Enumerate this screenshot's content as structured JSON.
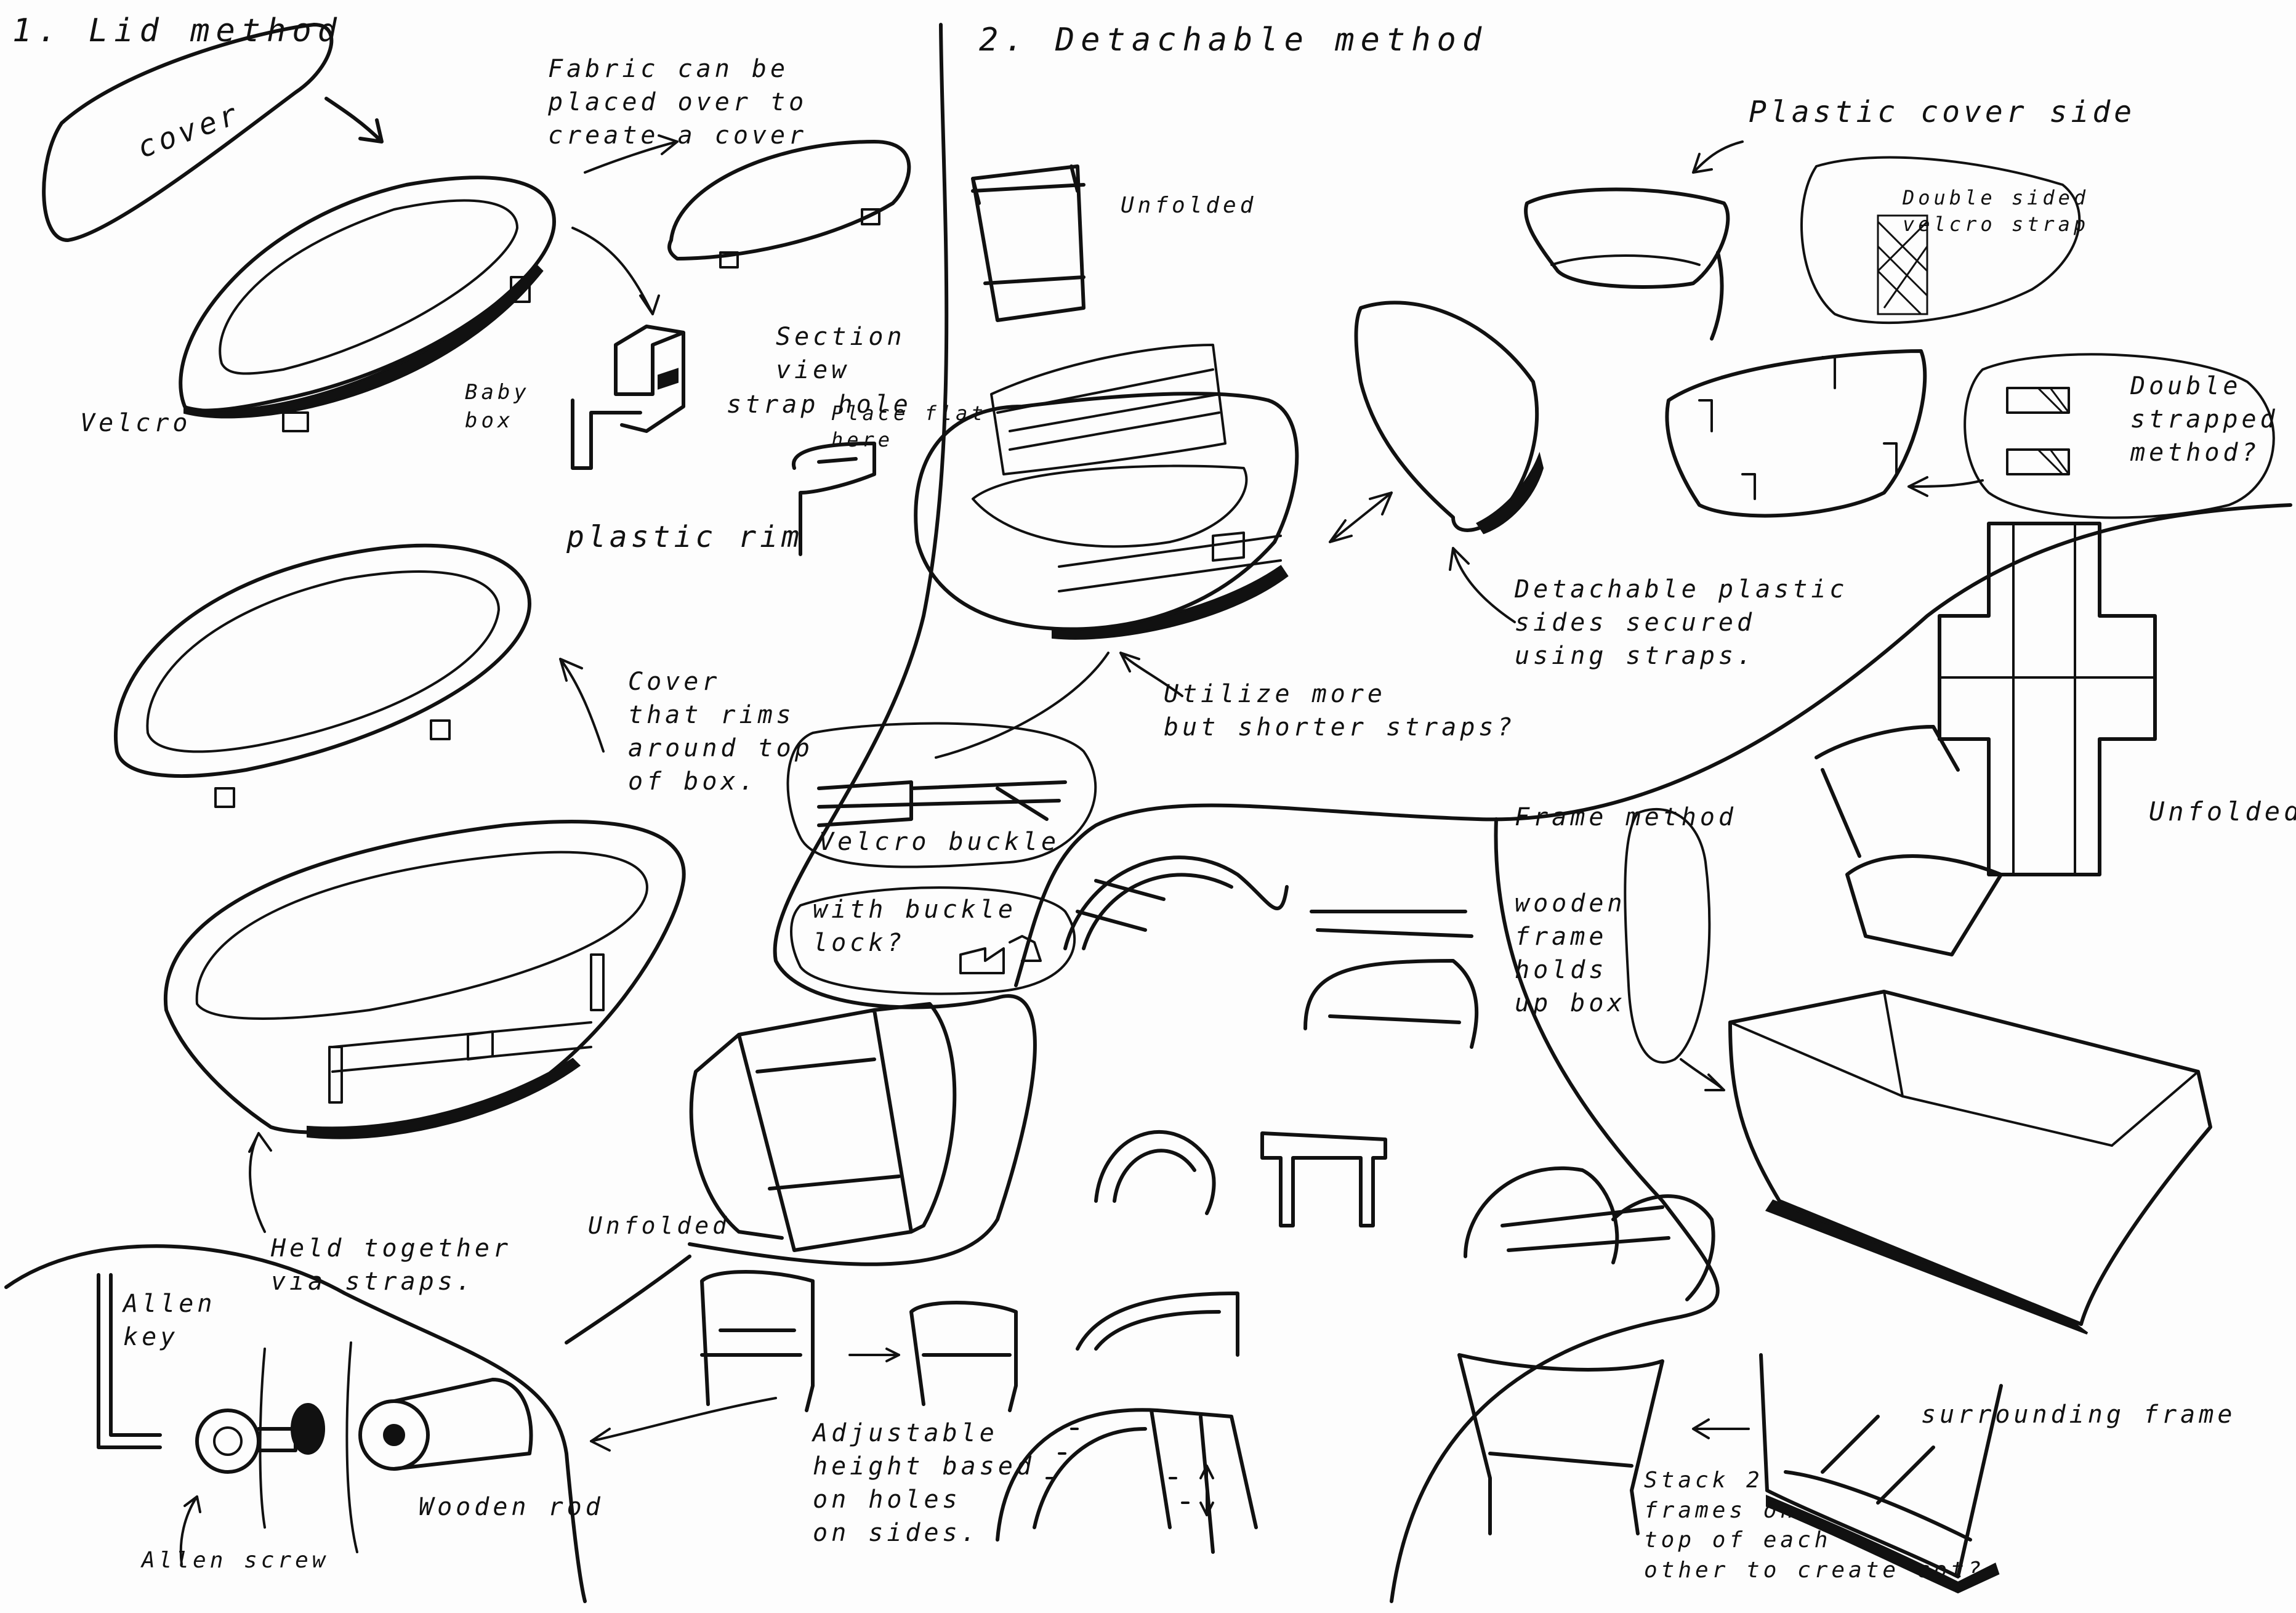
{
  "sections": {
    "lid": "1. Lid method",
    "detachable": "2. Detachable method",
    "frame": "Frame method"
  },
  "notes": {
    "cover": "cover",
    "fabric": "Fabric can be\nplaced over to\ncreate a cover",
    "section_view": "Section\nview",
    "baby_box": "Baby\nbox",
    "strap_hole": "strap hole",
    "place_flat": "Place flat\nhere",
    "velcro": "Velcro",
    "plastic_rim": "plastic rim",
    "cover_rims": "Cover\nthat rims\naround top\nof box.",
    "held_together": "Held together\nvia straps.",
    "allen_key": "Allen\nkey",
    "allen_screw": "Allen screw",
    "wooden_rod": "Wooden rod",
    "unfolded_top": "Unfolded",
    "plastic_cover_side": "Plastic cover side",
    "double_sided": "Double sided\nvelcro strap",
    "double_strapped": "Double\nstrapped\nmethod?",
    "detachable_sides": "Detachable plastic\nsides secured\nusing straps.",
    "utilize_straps": "Utilize more\nbut shorter straps?",
    "velcro_buckle": "Velcro buckle",
    "buckle_lock": "with buckle\nlock?",
    "unfolded_mid": "Unfolded",
    "unfolded_right": "Unfolded",
    "wooden_frame": "wooden\nframe\nholds\nup box",
    "adjustable_height": "Adjustable\nheight based\non holes\non sides.",
    "surrounding_frame": "surrounding frame",
    "stack_frames": "Stack 2\nframes on\ntop of each\nother to create cot?"
  }
}
